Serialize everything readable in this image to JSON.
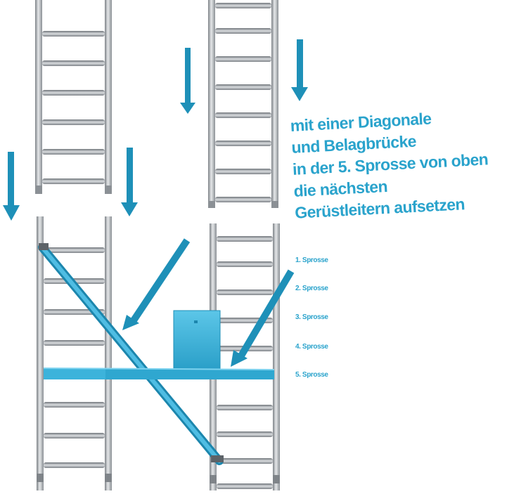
{
  "instruction": {
    "lines": [
      "mit einer Diagonale",
      "und Belagbrücke",
      "in der 5. Sprosse von oben",
      "die nächsten",
      "Gerüstleitern aufsetzen"
    ]
  },
  "rung_labels": [
    "1. Sprosse",
    "2. Sprosse",
    "3. Sprosse",
    "4. Sprosse",
    "5. Sprosse"
  ],
  "colors": {
    "accent": "#2aa3cc",
    "arrow": "#1e90b8",
    "diagonal": "#2a9fc8",
    "platform": "#3db4dc",
    "rail": "#a7abb0",
    "rung": "#9ea3a8"
  }
}
